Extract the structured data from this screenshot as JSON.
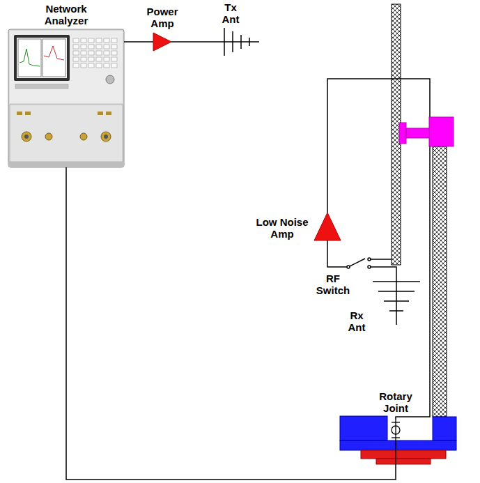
{
  "diagram": {
    "nodes": [
      {
        "text": [
          "Network Analyzer"
        ]
      },
      {
        "text": [
          "Power Amp"
        ]
      },
      {
        "text": [
          "Tx Ant"
        ]
      },
      {
        "text": [
          "Low Noise Amp"
        ]
      },
      {
        "text": [
          "RF Switch"
        ]
      },
      {
        "text": [
          "Rx Ant"
        ]
      },
      {
        "text": [
          "Rotary Joint"
        ]
      }
    ],
    "edges": [
      {
        "from": 0,
        "to": 1,
        "arrow": "none"
      },
      {
        "from": 1,
        "to": 2,
        "arrow": "none"
      },
      {
        "from": 5,
        "to": 4,
        "arrow": "none"
      },
      {
        "from": 4,
        "to": 3,
        "arrow": "none"
      },
      {
        "from": 3,
        "to": 6,
        "arrow": "none"
      },
      {
        "from": 6,
        "to": 0,
        "arrow": "none"
      }
    ]
  }
}
